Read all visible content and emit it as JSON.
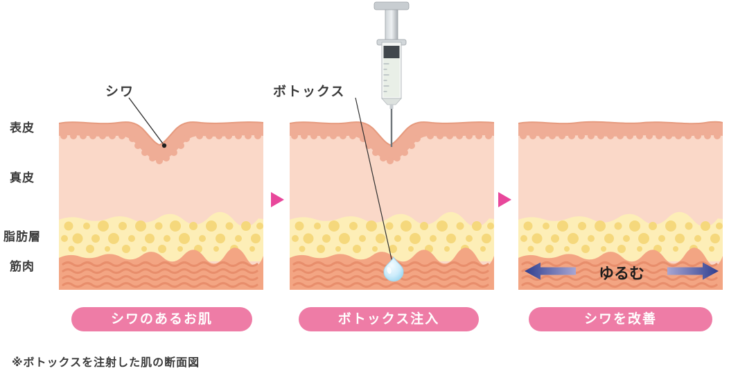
{
  "diagram": {
    "footnote": "※ボトックスを注射した肌の断面図",
    "layer_labels": [
      "表皮",
      "真皮",
      "脂肪層",
      "筋肉"
    ],
    "panels": [
      {
        "caption": "シワのあるお肌",
        "annotation": "シワ"
      },
      {
        "caption": "ボトックス注入",
        "annotation": "ボトックス"
      },
      {
        "caption": "シワを改善",
        "annotation": "ゆるむ"
      }
    ],
    "icons": {
      "syringe": "syringe-icon",
      "droplet": "botox-droplet-icon",
      "flow_arrow": "flow-arrow-icon",
      "relax_arrows": "relax-arrows-icon"
    },
    "colors": {
      "caption_pill": "#ee7ca6",
      "flow_arrow": "#e8479b",
      "epidermis": "#efad96",
      "epidermis_edge": "#e69a7e",
      "dermis": "#fad8c8",
      "fat": "#fdeeb7",
      "fat_dots": "#f5d87c",
      "muscle": "#f3a583",
      "muscle_lines": "#e88e6c",
      "relax_arrow_dark": "#2e3e8f",
      "relax_arrow_light": "#a8a6d2",
      "text": "#3a3a3a"
    }
  }
}
